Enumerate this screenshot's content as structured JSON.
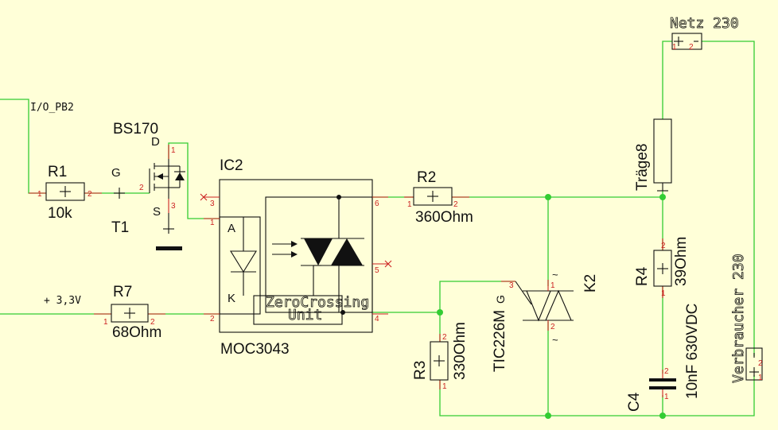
{
  "nets": {
    "io": "I/O_PB2",
    "supply": "+ 3,3V",
    "netz": "Netz 230",
    "verbraucher": "Verbraucher 230"
  },
  "parts": {
    "r1": {
      "name": "R1",
      "value": "10k"
    },
    "r2": {
      "name": "R2",
      "value": "360Ohm"
    },
    "r3": {
      "name": "R3",
      "value": "330Ohm"
    },
    "r4": {
      "name": "R4",
      "value": "39Ohm"
    },
    "r7": {
      "name": "R7",
      "value": "68Ohm"
    },
    "t1": {
      "name": "T1",
      "value": "BS170",
      "gate": "G",
      "drain": "D",
      "source": "S"
    },
    "ic2": {
      "name": "IC2",
      "value": "MOC3043",
      "anode": "A",
      "cathode": "K",
      "zc_line1": "ZeroCrossing",
      "zc_line2": "Unit"
    },
    "k2": {
      "name": "K2",
      "value": "TIC226M",
      "gate": "G",
      "tilde_top": "~",
      "tilde_bottom": "~"
    },
    "c4": {
      "name": "C4",
      "value": "10nF 630VDC"
    },
    "fuse": {
      "value": "Träge8"
    }
  },
  "pins": {
    "one": "1",
    "two": "2",
    "three": "3",
    "four": "4",
    "five": "5",
    "six": "6"
  },
  "colors": {
    "background": "#ffffd8",
    "wire": "#33cc33",
    "pin": "#cc2222",
    "symbol": "#111111"
  }
}
